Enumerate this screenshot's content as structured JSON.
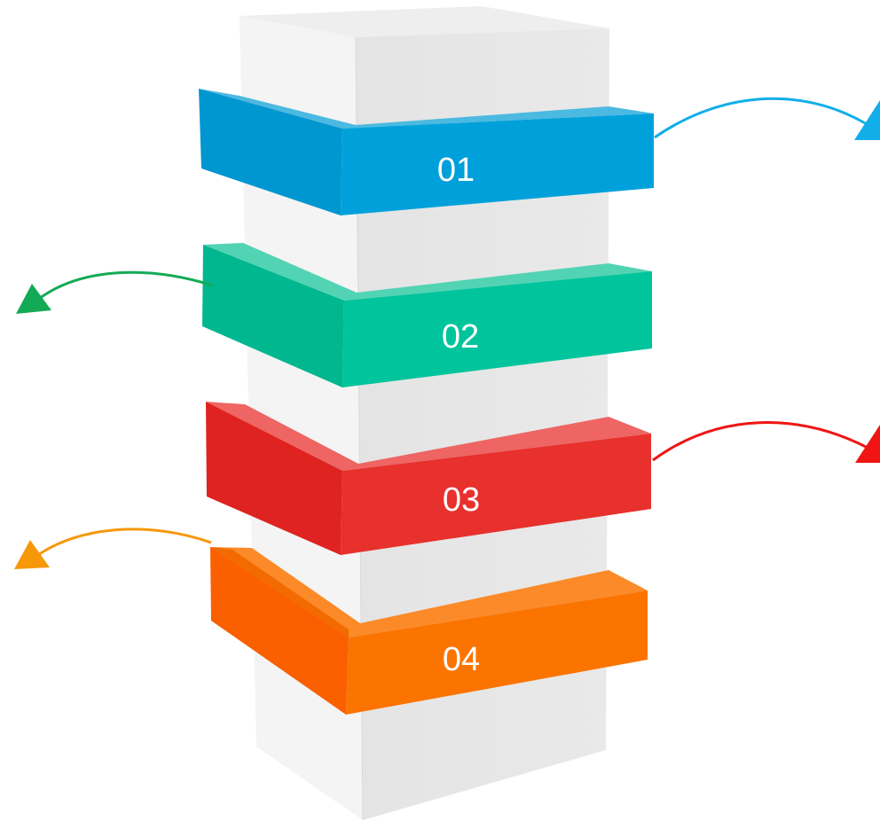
{
  "tiers": [
    {
      "label": "01",
      "color": "#009fd9",
      "arrow_direction": "right"
    },
    {
      "label": "02",
      "color": "#00c39a",
      "arrow_direction": "left"
    },
    {
      "label": "03",
      "color": "#e8302d",
      "arrow_direction": "right"
    },
    {
      "label": "04",
      "color": "#fb7400",
      "arrow_direction": "left"
    }
  ],
  "arrow_colors": [
    "#12aeea",
    "#14aa55",
    "#f01414",
    "#f6980a"
  ],
  "column_colors": {
    "front": "#e7e7e7",
    "side": "#f3f3f3",
    "top": "#eeeeee"
  }
}
